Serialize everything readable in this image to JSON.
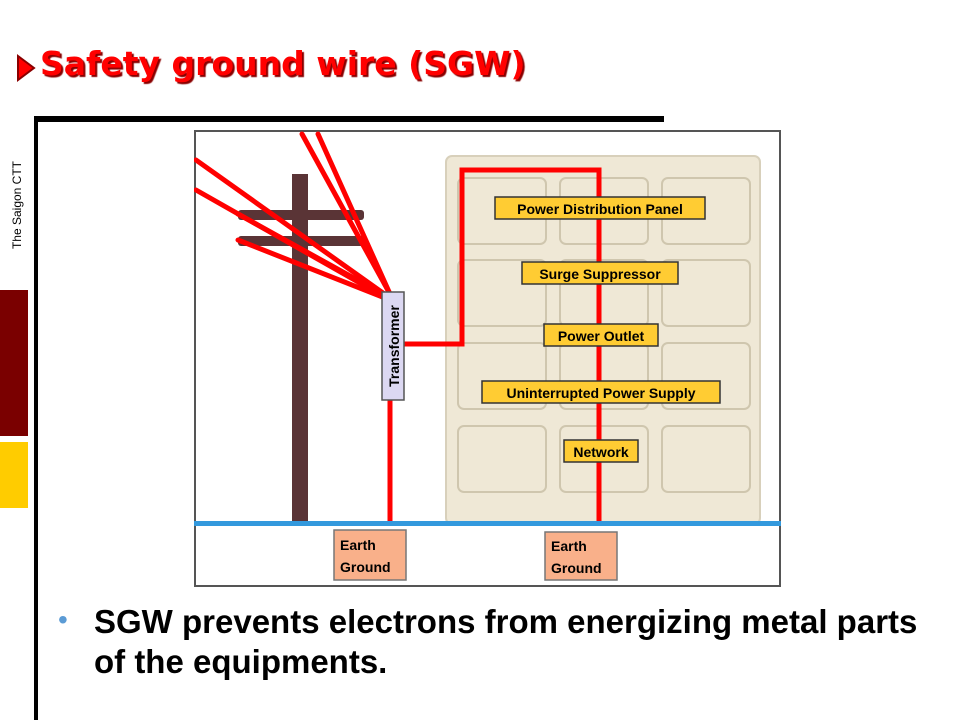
{
  "slide": {
    "title": "Safety ground wire (SGW)",
    "side_label": "The Saigon CTT"
  },
  "diagram": {
    "labels": {
      "transformer": "Transformer",
      "power_distribution_panel": "Power Distribution Panel",
      "surge_suppressor": "Surge Suppressor",
      "power_outlet": "Power Outlet",
      "ups": "Uninterrupted Power Supply",
      "network": "Network",
      "earth_ground_1_line1": "Earth",
      "earth_ground_1_line2": "Ground",
      "earth_ground_2_line1": "Earth",
      "earth_ground_2_line2": "Ground"
    },
    "colors": {
      "wire": "#ff0000",
      "pole": "#5a3436",
      "cabinet": "#efe8d6",
      "label_fill": "#ffcc33",
      "earth_fill": "#f9b08a",
      "transformer_fill": "#dcd8f2",
      "ground_line": "#3399dd"
    }
  },
  "bullets": [
    {
      "text": "SGW prevents electrons from energizing metal parts of the equipments."
    }
  ]
}
